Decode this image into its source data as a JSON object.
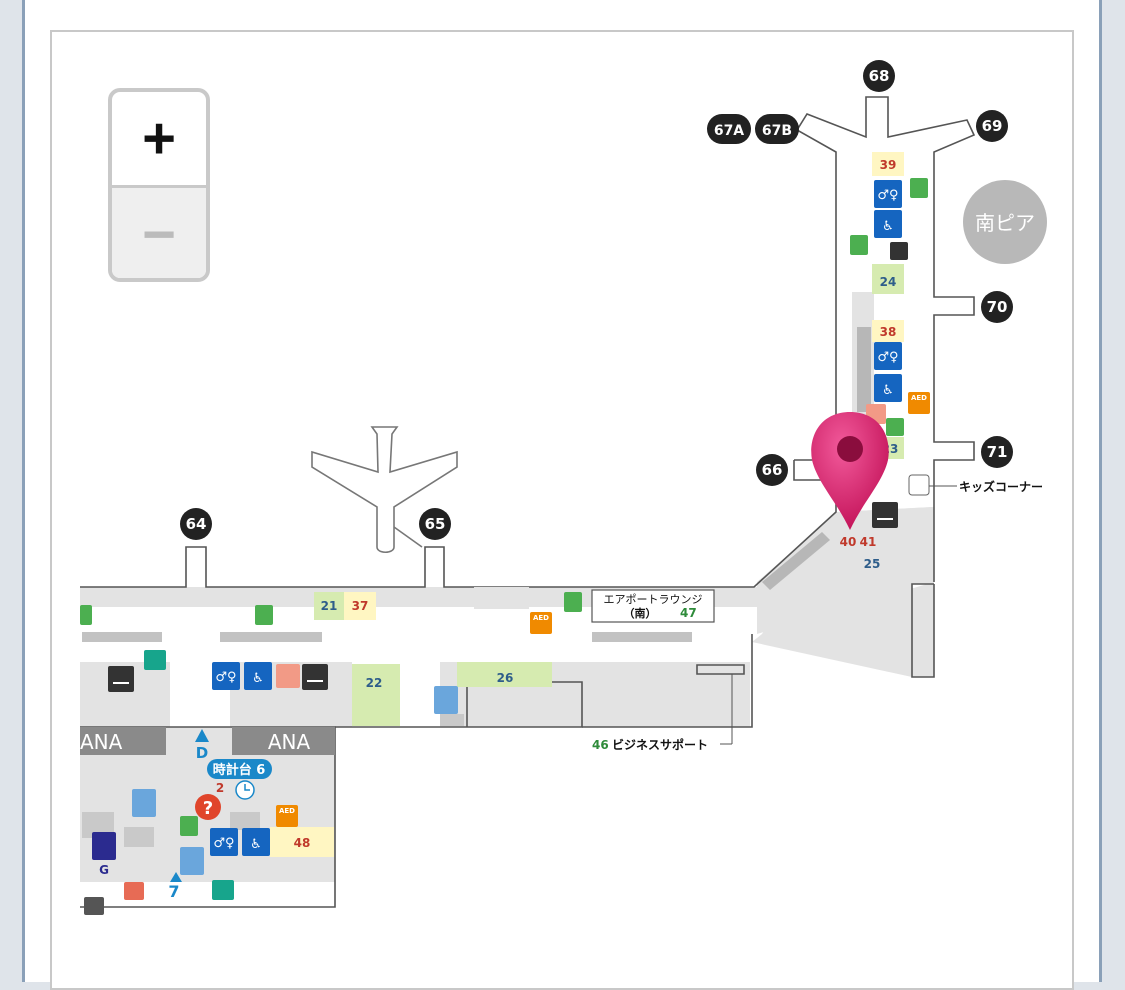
{
  "zoom": {
    "in_label": "+",
    "out_label": "−"
  },
  "gates": {
    "g64": "64",
    "g65": "65",
    "g66": "66",
    "g67a": "67A",
    "g67b": "67B",
    "g68": "68",
    "g69": "69",
    "g70": "70",
    "g71": "71"
  },
  "area_label": "南ピア",
  "facilities": {
    "n39": "39",
    "n24": "24",
    "n38": "38",
    "n23": "23",
    "n40": "40",
    "n41": "41",
    "n25": "25",
    "n21": "21",
    "n37": "37",
    "n22": "22",
    "n26": "26",
    "n48": "48",
    "n2": "2",
    "n7": "7"
  },
  "labels": {
    "kids": "キッズコーナー",
    "lounge_l1": "エアポートラウンジ",
    "lounge_l2": "（南）",
    "lounge_num": "47",
    "biz_num": "46",
    "biz": "ビジネスサポート",
    "ana_left": "ANA",
    "ana_right": "ANA",
    "clock": "時計台 6",
    "exit_d": "D",
    "g_letter": "G",
    "aed": "AED"
  },
  "colors": {
    "floor": "#e3e3e3",
    "marker": "#e0236b",
    "gate_badge": "#222222",
    "phone": "#4caf50",
    "restroom": "#1565c0",
    "aed": "#f08a00",
    "yellow_box": "#fff6c2",
    "green_box": "#d6ebb0"
  },
  "icons": [
    "phone-icon",
    "restroom-icon",
    "wheelchair-icon",
    "smoking-icon",
    "aed-icon",
    "elevator-icon",
    "locker-icon",
    "info-icon",
    "mail-icon",
    "clock-icon",
    "map-pin-icon"
  ]
}
